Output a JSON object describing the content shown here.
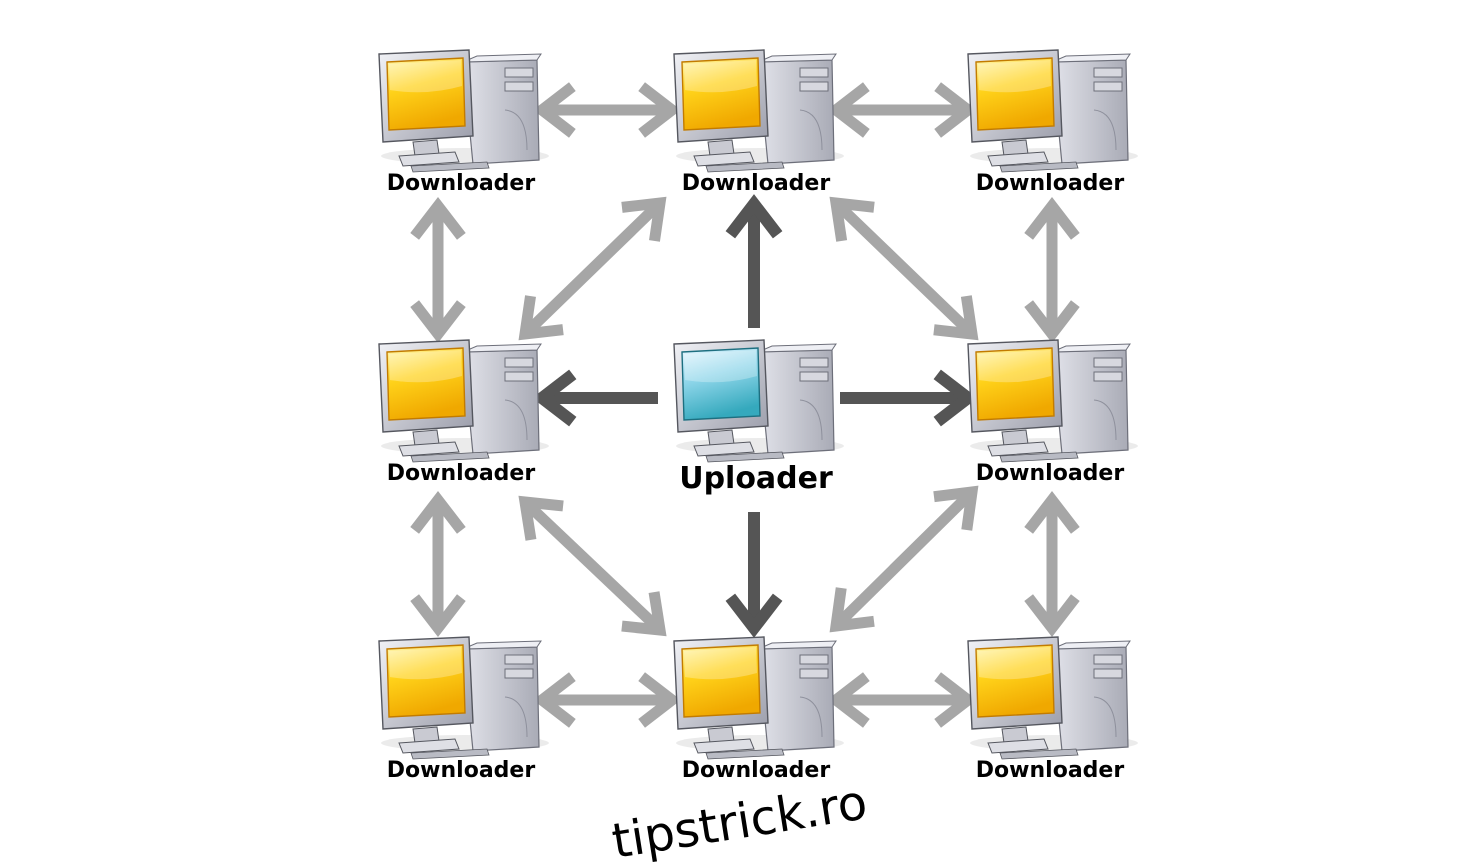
{
  "diagram": {
    "colors": {
      "background": "#ffffff",
      "peer_arrow": "#a6a6a6",
      "upload_arrow": "#555555",
      "downloader_screen": "#f5c400",
      "uploader_screen": "#4fb8cc",
      "case": "#c4c6cf"
    },
    "nodes": [
      {
        "id": "top-left",
        "role": "downloader",
        "label": "Downloader"
      },
      {
        "id": "top-center",
        "role": "downloader",
        "label": "Downloader"
      },
      {
        "id": "top-right",
        "role": "downloader",
        "label": "Downloader"
      },
      {
        "id": "middle-left",
        "role": "downloader",
        "label": "Downloader"
      },
      {
        "id": "center",
        "role": "uploader",
        "label": "Uploader"
      },
      {
        "id": "middle-right",
        "role": "downloader",
        "label": "Downloader"
      },
      {
        "id": "bottom-left",
        "role": "downloader",
        "label": "Downloader"
      },
      {
        "id": "bottom-center",
        "role": "downloader",
        "label": "Downloader"
      },
      {
        "id": "bottom-right",
        "role": "downloader",
        "label": "Downloader"
      }
    ],
    "edges": [
      {
        "from": "center",
        "to": "top-center",
        "kind": "upload",
        "direction": "one-way"
      },
      {
        "from": "center",
        "to": "middle-left",
        "kind": "upload",
        "direction": "one-way"
      },
      {
        "from": "center",
        "to": "middle-right",
        "kind": "upload",
        "direction": "one-way"
      },
      {
        "from": "center",
        "to": "bottom-center",
        "kind": "upload",
        "direction": "one-way"
      },
      {
        "from": "top-left",
        "to": "top-center",
        "kind": "peer",
        "direction": "two-way"
      },
      {
        "from": "top-center",
        "to": "top-right",
        "kind": "peer",
        "direction": "two-way"
      },
      {
        "from": "bottom-left",
        "to": "bottom-center",
        "kind": "peer",
        "direction": "two-way"
      },
      {
        "from": "bottom-center",
        "to": "bottom-right",
        "kind": "peer",
        "direction": "two-way"
      },
      {
        "from": "top-left",
        "to": "middle-left",
        "kind": "peer",
        "direction": "two-way"
      },
      {
        "from": "middle-left",
        "to": "bottom-left",
        "kind": "peer",
        "direction": "two-way"
      },
      {
        "from": "top-right",
        "to": "middle-right",
        "kind": "peer",
        "direction": "two-way"
      },
      {
        "from": "middle-right",
        "to": "bottom-right",
        "kind": "peer",
        "direction": "two-way"
      },
      {
        "from": "top-center",
        "to": "middle-left",
        "kind": "peer",
        "direction": "two-way"
      },
      {
        "from": "top-center",
        "to": "middle-right",
        "kind": "peer",
        "direction": "two-way"
      },
      {
        "from": "middle-left",
        "to": "bottom-center",
        "kind": "peer",
        "direction": "two-way"
      },
      {
        "from": "middle-right",
        "to": "bottom-center",
        "kind": "peer",
        "direction": "two-way"
      }
    ]
  },
  "watermark": "tipstrick.ro"
}
